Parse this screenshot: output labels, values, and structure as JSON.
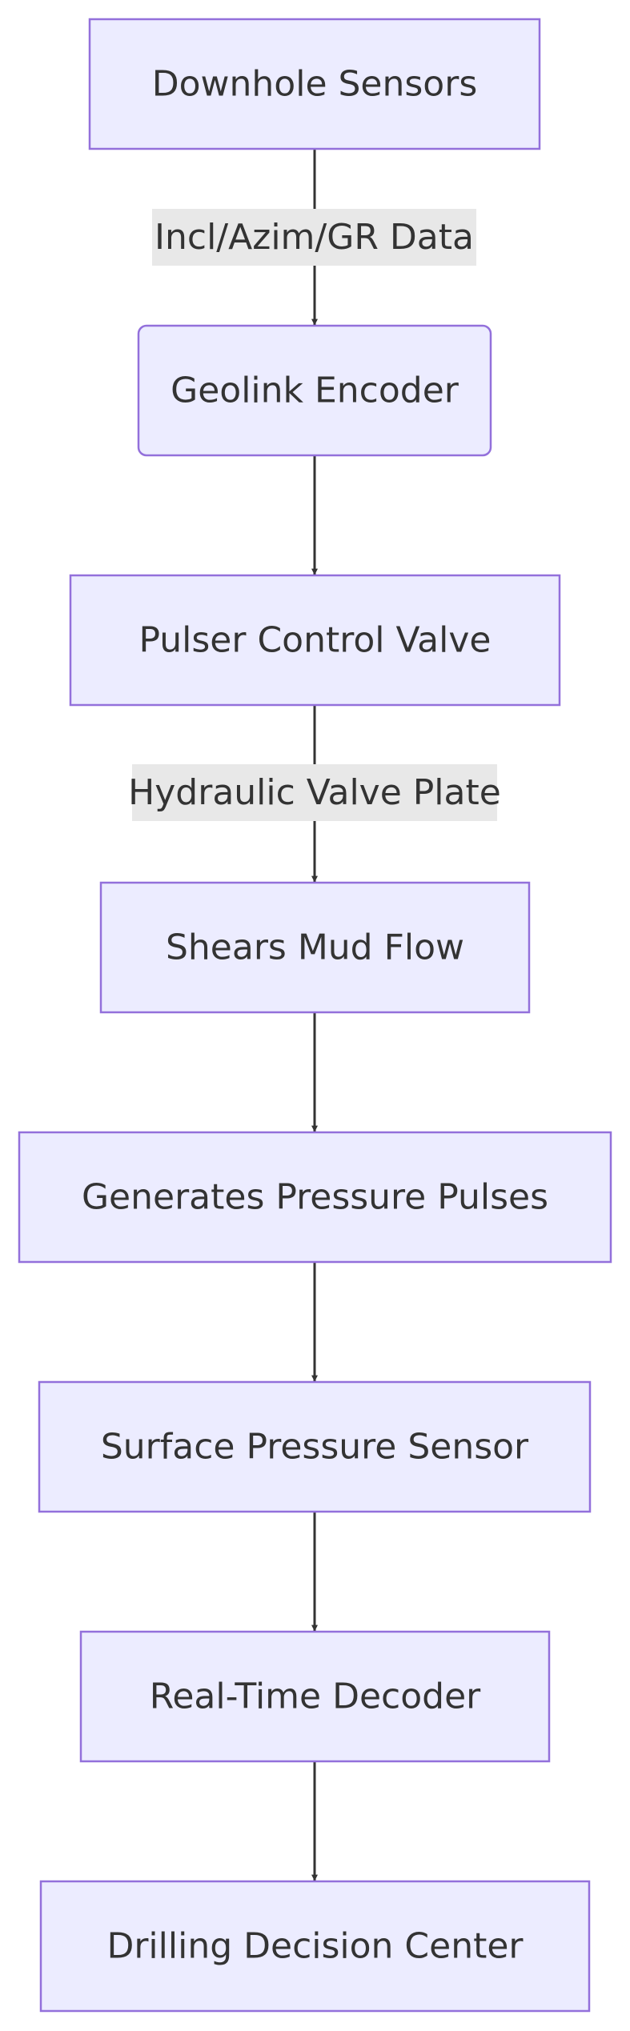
{
  "diagram": {
    "nodes": [
      {
        "id": "downhole-sensors",
        "label": "Downhole Sensors",
        "shape": "rect"
      },
      {
        "id": "geolink-encoder",
        "label": "Geolink Encoder",
        "shape": "rounded"
      },
      {
        "id": "pulser-control-valve",
        "label": "Pulser Control Valve",
        "shape": "rect"
      },
      {
        "id": "shears-mud-flow",
        "label": "Shears Mud Flow",
        "shape": "rect"
      },
      {
        "id": "generates-pressure-pulses",
        "label": "Generates Pressure Pulses",
        "shape": "rect"
      },
      {
        "id": "surface-pressure-sensor",
        "label": "Surface Pressure Sensor",
        "shape": "rect"
      },
      {
        "id": "real-time-decoder",
        "label": "Real-Time Decoder",
        "shape": "rect"
      },
      {
        "id": "drilling-decision-center",
        "label": "Drilling Decision Center",
        "shape": "rect"
      }
    ],
    "edges": [
      {
        "from": "downhole-sensors",
        "to": "geolink-encoder",
        "label": "Incl/Azim/GR Data"
      },
      {
        "from": "geolink-encoder",
        "to": "pulser-control-valve",
        "label": ""
      },
      {
        "from": "pulser-control-valve",
        "to": "shears-mud-flow",
        "label": "Hydraulic Valve Plate"
      },
      {
        "from": "shears-mud-flow",
        "to": "generates-pressure-pulses",
        "label": ""
      },
      {
        "from": "generates-pressure-pulses",
        "to": "surface-pressure-sensor",
        "label": ""
      },
      {
        "from": "surface-pressure-sensor",
        "to": "real-time-decoder",
        "label": ""
      },
      {
        "from": "real-time-decoder",
        "to": "drilling-decision-center",
        "label": ""
      }
    ],
    "colors": {
      "node_fill": "#ececff",
      "node_stroke": "#9370db",
      "edge": "#333333",
      "label_bg": "#e8e8e8",
      "text": "#333333"
    }
  }
}
